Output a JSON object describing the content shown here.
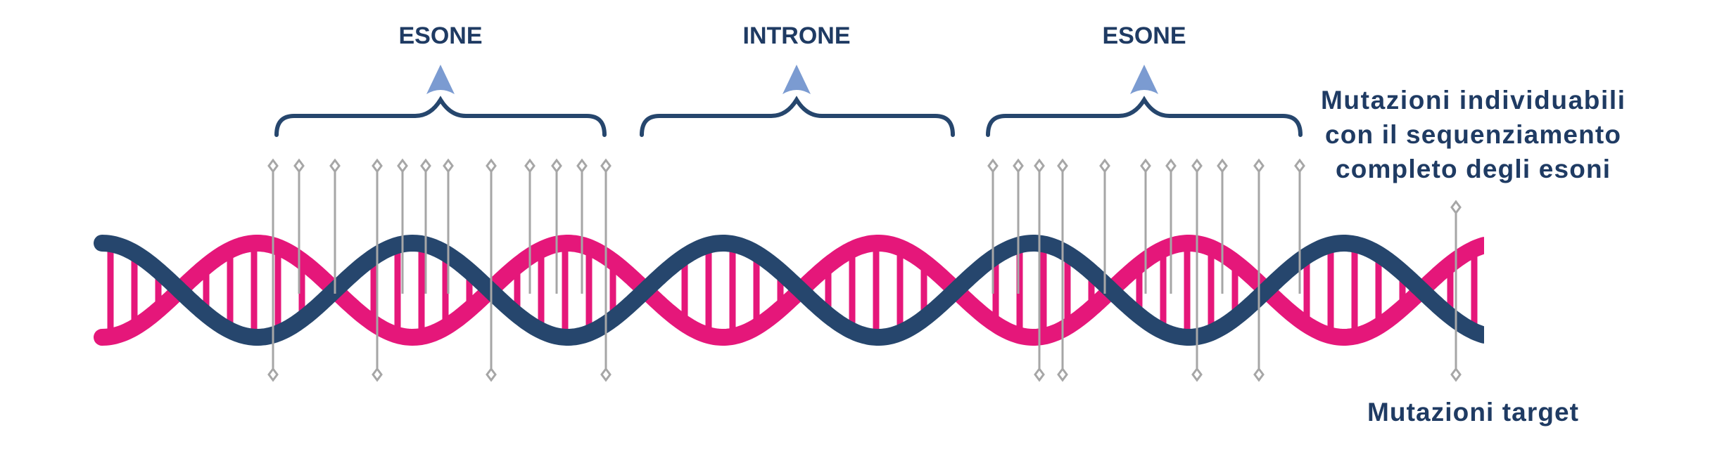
{
  "regions": [
    {
      "label": "ESONE",
      "type": "exon"
    },
    {
      "label": "INTRONE",
      "type": "intron"
    },
    {
      "label": "ESONE",
      "type": "exon"
    }
  ],
  "legend": {
    "exome_lines": [
      "Mutazioni individuabili",
      "con il sequenziamento",
      "completo degli esoni"
    ],
    "target": "Mutazioni target"
  },
  "colors": {
    "strand_a": "#26466d",
    "strand_b": "#e5177a",
    "text": "#1f3b63",
    "arrow": "#7b9bd1",
    "pin": "#a6a6a6"
  }
}
